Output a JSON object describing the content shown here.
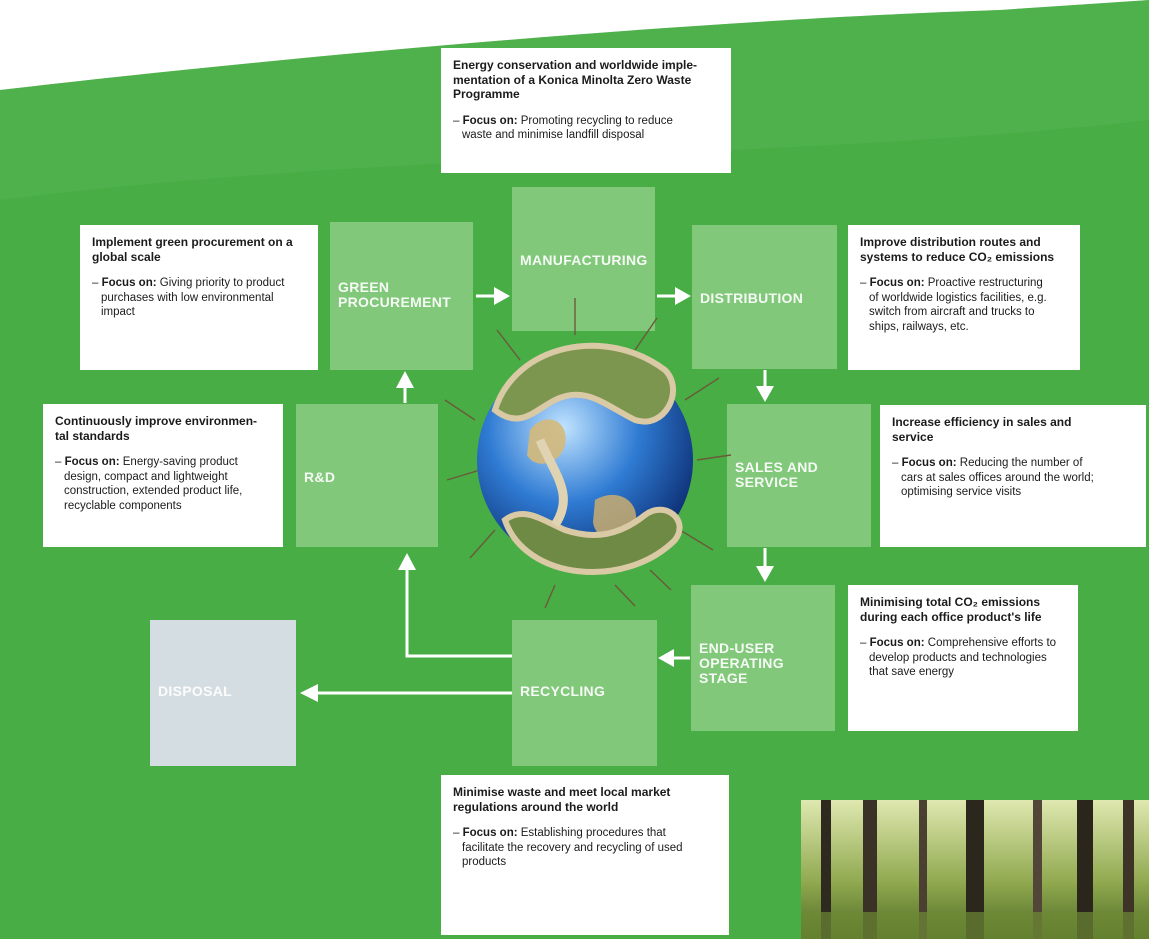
{
  "colors": {
    "background_green": "#48ad45",
    "stage_fill": "#9fd392",
    "disposal_fill": "#d4dde2",
    "arrow": "#ffffff"
  },
  "stages": {
    "manufacturing": "MANUFACTURING",
    "green_procurement": "GREEN\nPROCUREMENT",
    "distribution": "DISTRIBUTION",
    "rd": "R&D",
    "sales_service": "SALES AND\nSERVICE",
    "end_user": "END-USER\nOPERATING STAGE",
    "recycling": "RECYCLING",
    "disposal": "DISPOSAL"
  },
  "boxes": {
    "manufacturing": {
      "heading": "Energy conservation and worldwide imple-\nmentation of a Konica Minolta Zero Waste\nProgramme",
      "focus_label": "Focus on:",
      "focus_text": "Promoting recycling to reduce\nwaste and minimise landfill disposal"
    },
    "green_procurement": {
      "heading": "Implement green procurement on a\nglobal scale",
      "focus_label": "Focus on:",
      "focus_text": "Giving priority to product\npurchases with low environmental\nimpact"
    },
    "distribution": {
      "heading": "Improve distribution routes and\nsystems to reduce CO₂ emissions",
      "focus_label": "Focus on:",
      "focus_text": "Proactive restructuring\nof worldwide logistics facilities, e.g.\nswitch from aircraft and trucks to\nships, railways, etc."
    },
    "rd": {
      "heading": "Continuously improve environmen-\ntal standards",
      "focus_label": "Focus on:",
      "focus_text": "Energy-saving product\ndesign, compact and lightweight\nconstruction, extended product life,\nrecyclable components"
    },
    "sales_service": {
      "heading": "Increase efficiency in sales and\nservice",
      "focus_label": "Focus on:",
      "focus_text": "Reducing the number of\ncars at sales offices around the world;\noptimising service visits"
    },
    "end_user": {
      "heading": "Minimising total CO₂ emissions\nduring each office product's life",
      "focus_label": "Focus on:",
      "focus_text": "Comprehensive efforts to\ndevelop products and technologies\nthat save energy"
    },
    "recycling": {
      "heading": "Minimise waste and meet local market\nregulations around the world",
      "focus_label": "Focus on:",
      "focus_text": "Establishing procedures that\nfacilitate the recovery and recycling of used\nproducts"
    }
  },
  "focus_dash": "–"
}
